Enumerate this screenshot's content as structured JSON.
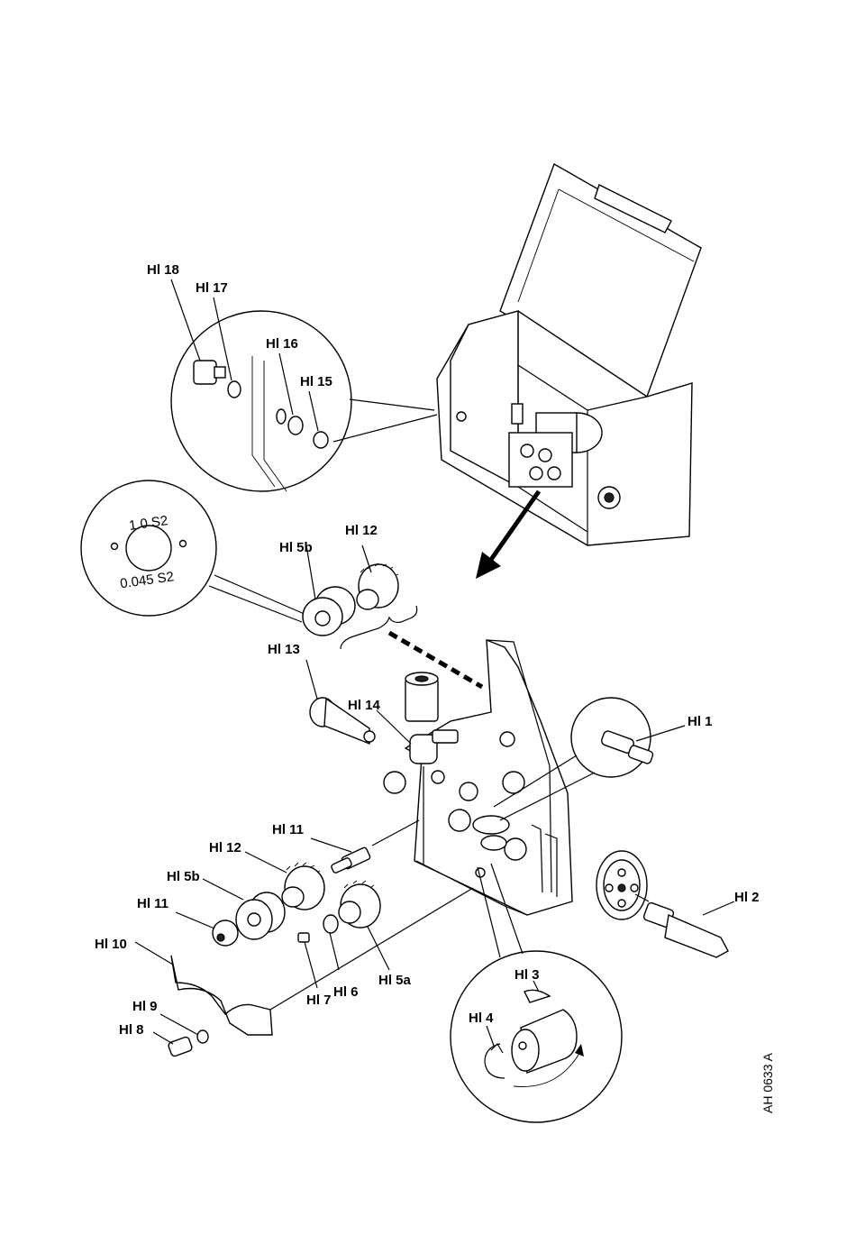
{
  "labels": {
    "hl18": "Hl 18",
    "hl17": "Hl 17",
    "hl16": "Hl 16",
    "hl15": "Hl 15",
    "hl12_top": "Hl 12",
    "hl5b_top": "Hl 5b",
    "hl13": "Hl 13",
    "hl14": "Hl 14",
    "hl1": "Hl 1",
    "hl2": "Hl 2",
    "hl11_mid": "Hl 11",
    "hl12_mid": "Hl 12",
    "hl5b_mid": "Hl 5b",
    "hl11_low": "Hl 11",
    "hl10": "Hl 10",
    "hl7": "Hl 7",
    "hl6": "Hl 6",
    "hl5a": "Hl 5a",
    "hl9": "Hl 9",
    "hl8": "Hl 8",
    "hl3": "Hl 3",
    "hl4": "Hl 4"
  },
  "roller_stamp": {
    "top": "1.0 S2",
    "bottom": "0.045 S2"
  },
  "drawing_ref": "AH 0633 A"
}
